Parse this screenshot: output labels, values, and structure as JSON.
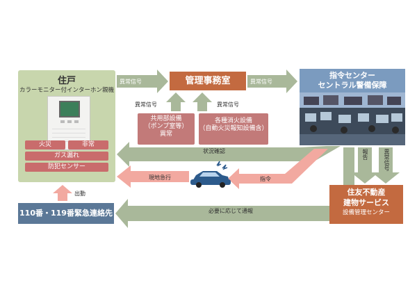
{
  "residence": {
    "title": "住戸",
    "subtitle": "カラーモニター付インターホン親機",
    "alarms": [
      "火災",
      "非常",
      "ガス漏れ",
      "防犯センサー"
    ]
  },
  "management_office": {
    "title": "管理事務室"
  },
  "shared_equipment": {
    "line1": "共用部設備",
    "line2": "（ポンプ室等）",
    "line3": "異常"
  },
  "fire_equipment": {
    "line1": "各種消火設備",
    "line2": "（自動火災報知設備含）"
  },
  "command_center": {
    "line1": "指令センター",
    "line2": "セントラル警備保障"
  },
  "sumitomo": {
    "line1": "住友不動産",
    "line2": "建物サービス",
    "line3": "設備管理センター"
  },
  "emergency_contact": {
    "title": "110番・119番緊急連絡先"
  },
  "arrows": {
    "res_to_mgmt": "異常信号",
    "mgmt_to_center": "異常信号",
    "shared_up": "異常信号",
    "fire_up": "異常信号",
    "status_check": "状況確認",
    "rush_to_site": "現地急行",
    "command": "指令",
    "report": "報告",
    "abnormal_signal": "異常信号",
    "dispatch": "出動",
    "notify_as_needed": "必要に応じて通報"
  },
  "colors": {
    "green_box": "#c8d6ad",
    "green_arrow": "#a9b89a",
    "salmon_arrow": "#f2a9a0",
    "orange_header": "#c36a40",
    "pink_box": "#c27a79",
    "blue_box": "#5b7897"
  }
}
